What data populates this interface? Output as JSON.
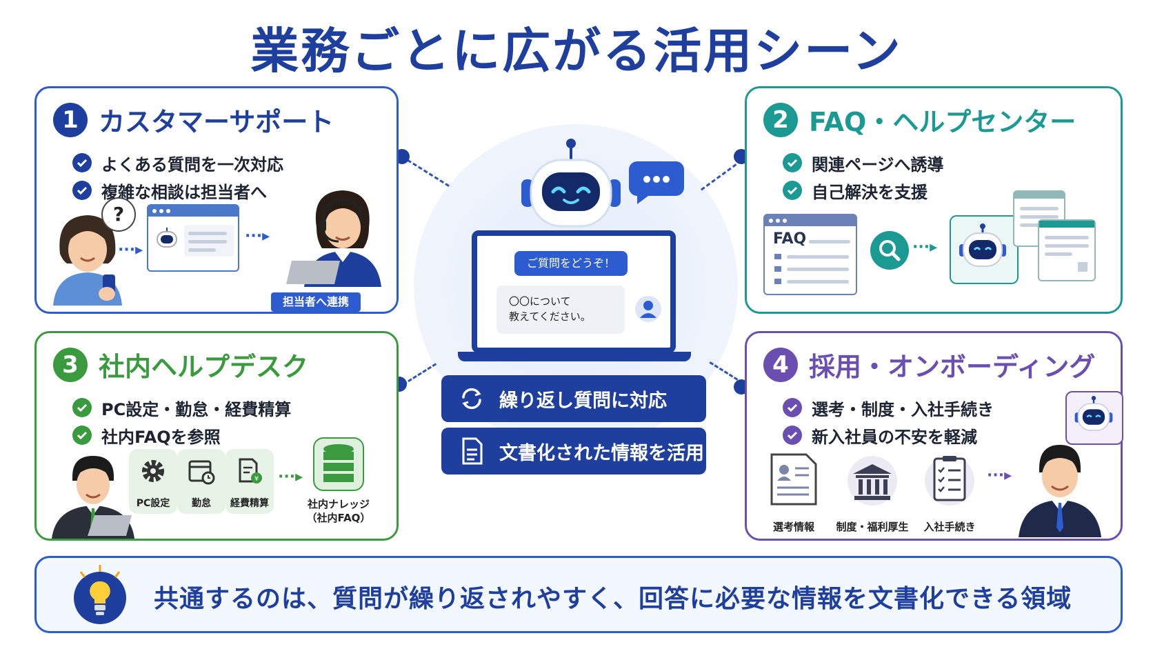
{
  "title": "業務ごとに広がる活用シーン",
  "colors": {
    "blue": "#1f3f9e",
    "teal": "#1a9a93",
    "green": "#3a9a3e",
    "purple": "#6a4fb0"
  },
  "center": {
    "bot_prompt": "ご質問をどうぞ！",
    "user_message_line1": "〇〇について",
    "user_message_line2": "教えてください。",
    "feature1": "繰り返し質問に対応",
    "feature2": "文書化された情報を活用"
  },
  "cards": {
    "c1": {
      "number": "1",
      "title": "カスタマーサポート",
      "bullets": [
        "よくある質問を一次対応",
        "複雑な相談は担当者へ"
      ],
      "question_mark": "?",
      "handoff_label": "担当者へ連携"
    },
    "c2": {
      "number": "2",
      "title": "FAQ・ヘルプセンター",
      "bullets": [
        "関連ページへ誘導",
        "自己解決を支援"
      ],
      "faq_label": "FAQ"
    },
    "c3": {
      "number": "3",
      "title": "社内ヘルプデスク",
      "bullets": [
        "PC設定・勤怠・経費精算",
        "社内FAQを参照"
      ],
      "tiles": [
        "PC設定",
        "勤怠",
        "経費精算"
      ],
      "knowledge_line1": "社内ナレッジ",
      "knowledge_line2": "（社内FAQ）"
    },
    "c4": {
      "number": "4",
      "title": "採用・オンボーディング",
      "bullets": [
        "選考・制度・入社手続き",
        "新入社員の不安を軽減"
      ],
      "items": [
        "選考情報",
        "制度・福利厚生",
        "入社手続き"
      ]
    }
  },
  "footer": {
    "text": "共通するのは、質問が繰り返されやすく、回答に必要な情報を文書化できる領域"
  }
}
